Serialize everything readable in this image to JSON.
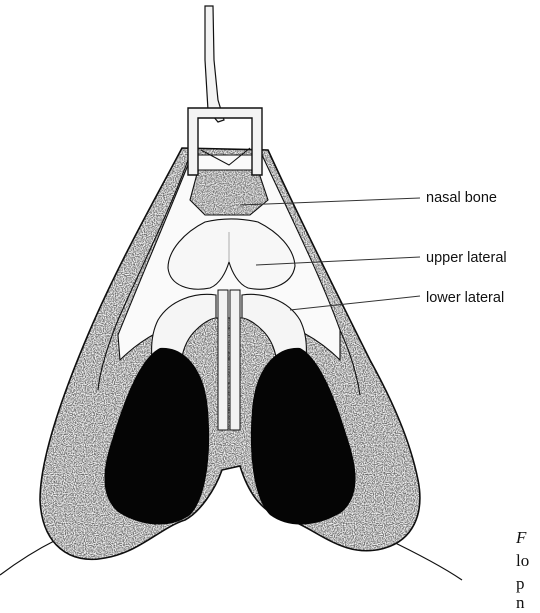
{
  "labels": {
    "nasal_bone": "nasal bone",
    "upper_lateral": "upper lateral",
    "lower_lateral": "lower lateral"
  },
  "caption_fragments": [
    "F",
    "lo",
    "p",
    "n"
  ],
  "colors": {
    "ink": "#111111",
    "nostril": "#050505",
    "skin_fill": "#eeeeee",
    "background": "#ffffff"
  }
}
